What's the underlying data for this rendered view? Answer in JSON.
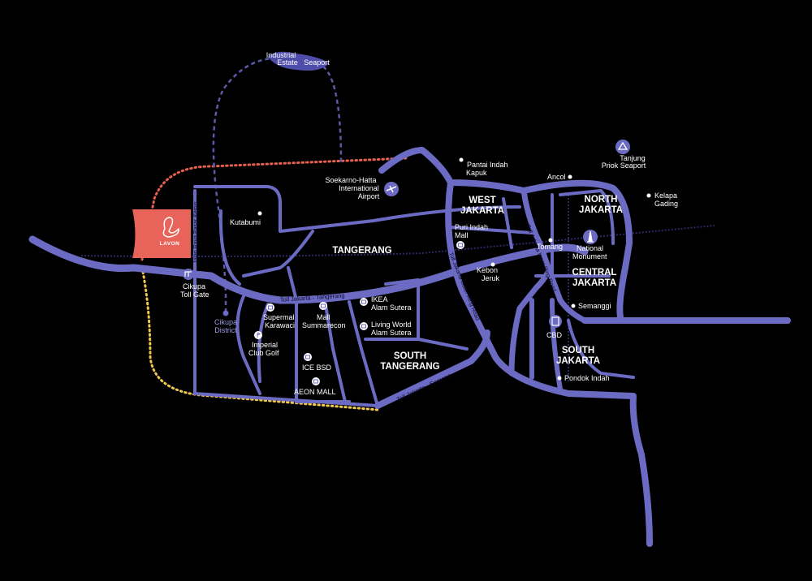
{
  "colors": {
    "background": "#000000",
    "road": "#6b6bc4",
    "toll_route_dotted": "#23235a",
    "rail_dashed": "#5a5aa8",
    "red_route": "#e6604f",
    "yellow_route": "#f2c94c",
    "site_block": "#e8645a"
  },
  "site": {
    "logo_text": "LAVON"
  },
  "areas": {
    "tangerang": "TANGERANG",
    "south_tangerang_1": "SOUTH",
    "south_tangerang_2": "TANGERANG",
    "west_jakarta_1": "WEST",
    "west_jakarta_2": "JAKARTA",
    "north_jakarta_1": "NORTH",
    "north_jakarta_2": "JAKARTA",
    "central_jakarta_1": "CENTRAL",
    "central_jakarta_2": "JAKARTA",
    "south_jakarta_1": "SOUTH",
    "south_jakarta_2": "JAKARTA"
  },
  "places": {
    "industrial_estate_1": "Industrial",
    "industrial_estate_2": "Estate",
    "seaport": "Seaport",
    "airport_1": "Soekarno-Hatta",
    "airport_2": "International",
    "airport_3": "Airport",
    "pantai_indah_1": "Pantai Indah",
    "pantai_indah_2": "Kapuk",
    "tanjung_priok_1": "Tanjung",
    "tanjung_priok_2": "Priok Seaport",
    "ancol": "Ancol",
    "kelapa_gading_1": "Kelapa",
    "kelapa_gading_2": "Gading",
    "kutabumi": "Kutabumi",
    "puri_indah_1": "Puri Indah",
    "puri_indah_2": "Mall",
    "tomang": "Tomang",
    "national_monument_1": "National",
    "national_monument_2": "Monument",
    "kebon_jeruk_1": "Kebon",
    "kebon_jeruk_2": "Jeruk",
    "cikupa_toll_1": "Cikupa",
    "cikupa_toll_2": "Toll Gate",
    "cikupa_district_1": "Cikupa",
    "cikupa_district_2": "District",
    "supermal_1": "Supermal",
    "supermal_2": "Karawaci",
    "mall_summarecon_1": "Mall",
    "mall_summarecon_2": "Summarecon",
    "ikea_1": "IKEA",
    "ikea_2": "Alam Sutera",
    "living_world_1": "Living World",
    "living_world_2": "Alam Sutera",
    "imperial_1": "Imperial",
    "imperial_2": "Club Golf",
    "ice_bsd": "ICE BSD",
    "aeon_mall": "AEON MALL",
    "semanggi": "Semanggi",
    "cbd": "CBD",
    "pondok_indah": "Pondok Indah"
  },
  "roads": {
    "toll_jakarta_tangerang": "Toll Jakarta - Tangerang",
    "jalan_raya_pasar_kemis": "Jalan Raya Pasar Kemis",
    "toll_jakarta_outer_ring": "Toll Jakarta Outer Ring Road",
    "toll_jakarta_inner_ring": "Toll Jakarta Inner Ring Road",
    "toll_jakarta_serpong": "Toll Jakarta - Serpong"
  }
}
